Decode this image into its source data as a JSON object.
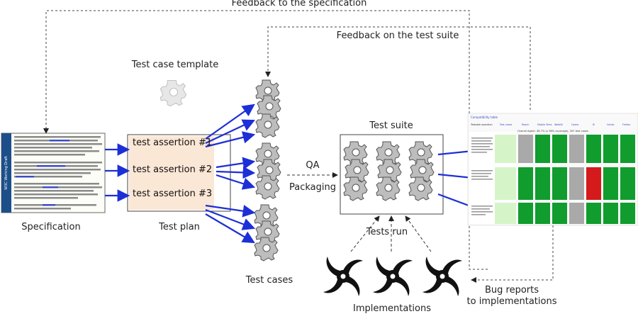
{
  "labels": {
    "feedback_spec": "Feedback to the specification",
    "feedback_suite": "Feedback on the test suite",
    "test_case_template": "Test case template",
    "specification": "Specification",
    "test_plan": "Test plan",
    "test_cases": "Test cases",
    "qa": "QA",
    "packaging": "Packaging",
    "test_suite": "Test suite",
    "tests_run": "Tests run",
    "implementations": "Implementations",
    "bug_reports": "Bug reports",
    "to_implementations": "to implementations"
  },
  "assertions": [
    "test assertion #1",
    "test assertion #2",
    "test assertion #3"
  ],
  "spec_banner": "W3C Working Draft",
  "report": {
    "title": "Compatibility table",
    "summary": "Overall Agent: 48.7% (x 98% coverage), 347 test cases",
    "columns": [
      "Testable assertion",
      "Test cases",
      "Reach",
      "Mobile Sites",
      "WebKit",
      "Opera",
      "IE",
      "Gecko",
      "Firefox"
    ]
  },
  "colors": {
    "arrow_blue": "#1d2fd6",
    "gear_fill": "#b8b8b8",
    "gear_stroke": "#555555",
    "pass_green": "#119c2e",
    "fail_red": "#d41a1a",
    "plan_fill": "#fbe7d6"
  }
}
